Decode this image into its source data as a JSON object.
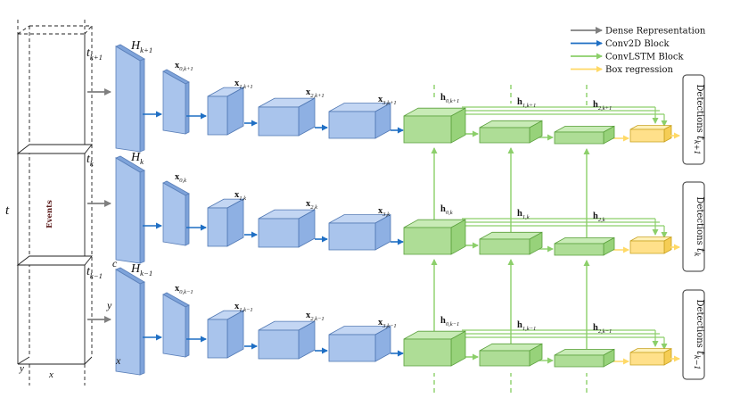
{
  "events_label": "Events",
  "axis": {
    "t": "t",
    "x": "x",
    "y": "y",
    "c": "c",
    "y2": "y",
    "x2": "x"
  },
  "time_labels": [
    {
      "base": "t",
      "sub": "k+1"
    },
    {
      "base": "t",
      "sub": "k"
    },
    {
      "base": "t",
      "sub": "k−1"
    }
  ],
  "legend": [
    {
      "label": "Dense Representation",
      "color": "#7f7f7f"
    },
    {
      "label": "Conv2D Block",
      "color": "#1f6fc4"
    },
    {
      "label": "ConvLSTM Block",
      "color": "#8ccf6a"
    },
    {
      "label": "Box regression",
      "color": "#ffd966"
    }
  ],
  "rows": [
    {
      "h_label": {
        "base": "H",
        "sub": "k+1"
      },
      "x_labels": [
        {
          "base": "x",
          "sub": "0,k+1"
        },
        {
          "base": "x",
          "sub": "1,k+1"
        },
        {
          "base": "x",
          "sub": "2,k+1"
        },
        {
          "base": "x",
          "sub": "3,k+1"
        }
      ],
      "hidden_labels": [
        {
          "base": "h",
          "sub": "0,k+1"
        },
        {
          "base": "h",
          "sub": "1,k+1"
        },
        {
          "base": "h",
          "sub": "2,k+1"
        }
      ],
      "detection": {
        "text": "Detections",
        "base": "t",
        "sub": "k+1"
      }
    },
    {
      "h_label": {
        "base": "H",
        "sub": "k"
      },
      "x_labels": [
        {
          "base": "x",
          "sub": "0,k"
        },
        {
          "base": "x",
          "sub": "1,k"
        },
        {
          "base": "x",
          "sub": "2,k"
        },
        {
          "base": "x",
          "sub": "3,k"
        }
      ],
      "hidden_labels": [
        {
          "base": "h",
          "sub": "0,k"
        },
        {
          "base": "h",
          "sub": "1,k"
        },
        {
          "base": "h",
          "sub": "2,k"
        }
      ],
      "detection": {
        "text": "Detections",
        "base": "t",
        "sub": "k"
      }
    },
    {
      "h_label": {
        "base": "H",
        "sub": "k−1"
      },
      "x_labels": [
        {
          "base": "x",
          "sub": "0,k−1"
        },
        {
          "base": "x",
          "sub": "1,k−1"
        },
        {
          "base": "x",
          "sub": "2,k−1"
        },
        {
          "base": "x",
          "sub": "3,k−1"
        }
      ],
      "hidden_labels": [
        {
          "base": "h",
          "sub": "0,k−1"
        },
        {
          "base": "h",
          "sub": "1,k−1"
        },
        {
          "base": "h",
          "sub": "2,k−1"
        }
      ],
      "detection": {
        "text": "Detections",
        "base": "t",
        "sub": "k−1"
      }
    }
  ]
}
